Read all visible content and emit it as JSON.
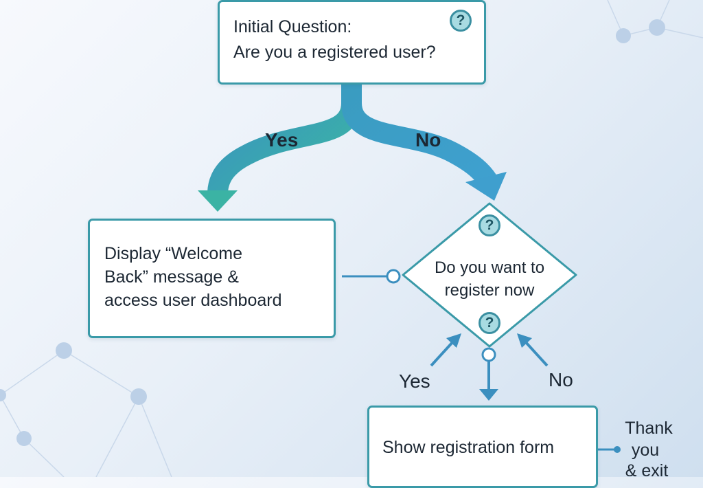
{
  "colors": {
    "teal": "#3bb3a4",
    "blue": "#3a8fc3",
    "box_border": "#3a9aa8",
    "connector": "#3b8fbf"
  },
  "start_node": {
    "line1": "Initial Question:",
    "line2": "Are you a registered user?",
    "icon": "help-icon"
  },
  "branch_labels": {
    "first_yes": "Yes",
    "first_no": "No",
    "second_yes": "Yes",
    "second_no": "No"
  },
  "welcome_node": {
    "line1": "Display “Welcome",
    "line2": "Back” message &",
    "line3": "access user dashboard"
  },
  "decision_node": {
    "line1": "Do you want to",
    "line2": "register now",
    "top_icon": "help-icon",
    "bottom_icon": "help-icon"
  },
  "registration_node": {
    "label": "Show registration form"
  },
  "exit_node": {
    "line1": "Thank",
    "line2": "you",
    "line3": "& exit"
  },
  "help_glyph": "?"
}
